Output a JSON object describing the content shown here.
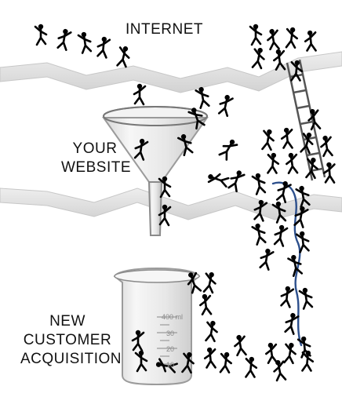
{
  "labels": {
    "internet": "INTERNET",
    "website_line1": "YOUR",
    "website_line2": "WEBSITE",
    "acquisition_line1": "NEW",
    "acquisition_line2": "CUSTOMER",
    "acquisition_line3": "ACQUISITION"
  },
  "beaker": {
    "scale_top_label": "400 ml",
    "scale_labels": [
      "30",
      "20",
      "10"
    ]
  },
  "icons": {
    "funnel": "glass-funnel-icon",
    "beaker": "measuring-beaker-icon",
    "ladder": "ladder-icon",
    "rope": "rope-icon",
    "figures": "stick-figure-icon"
  },
  "colors": {
    "ink": "#111111",
    "glass_edge": "#8a8a8a",
    "glass_fill": "#eeeeee",
    "band": "#d9d9d9",
    "rope": "#2c4f8c",
    "ladder": "#555555"
  }
}
